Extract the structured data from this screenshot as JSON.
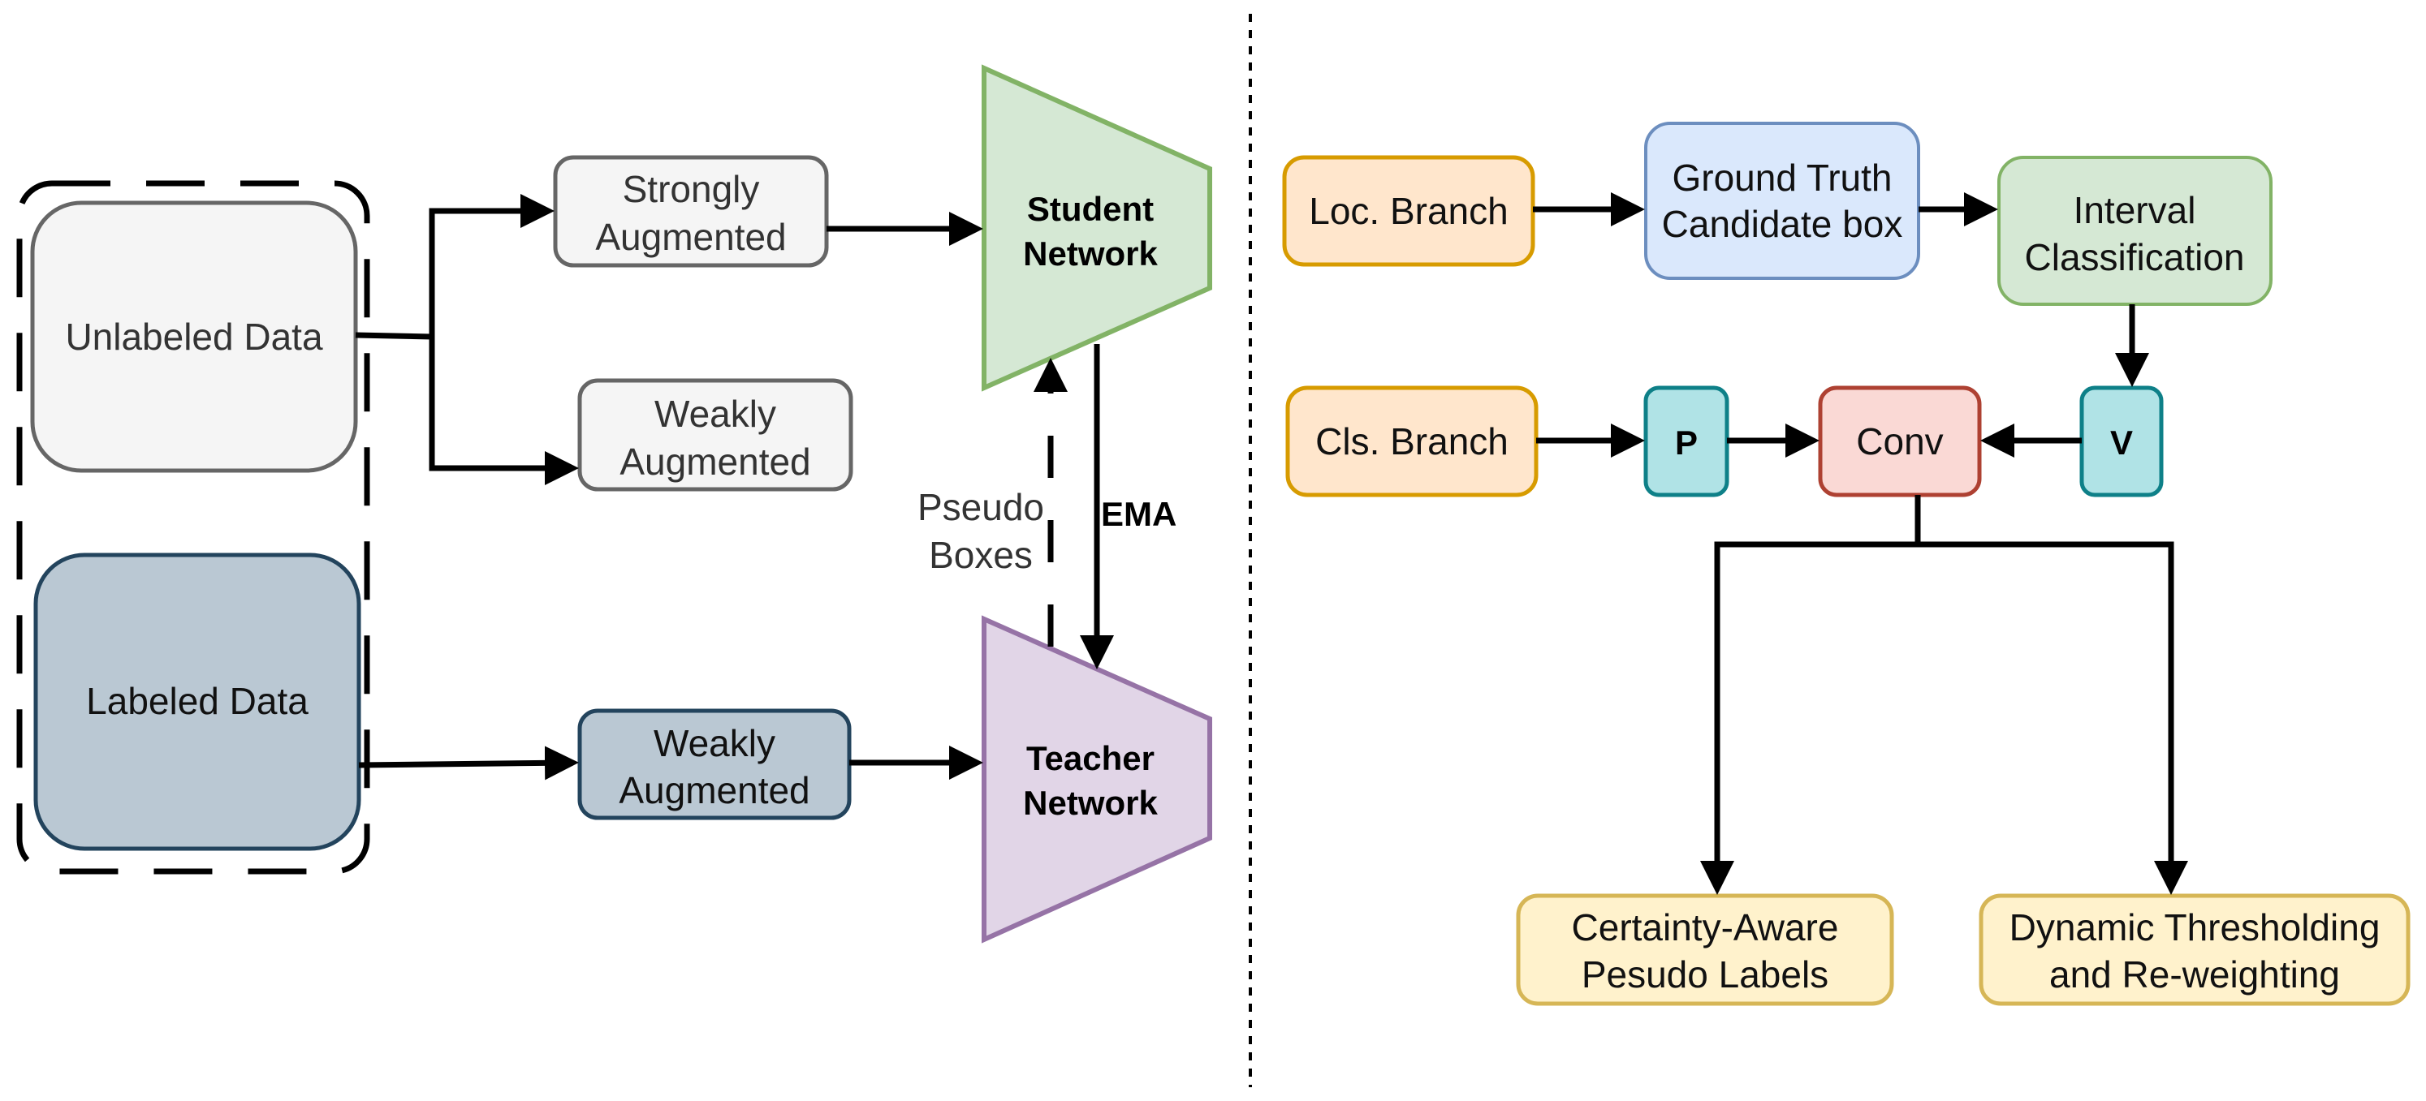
{
  "left_panel": {
    "unlabeled_data": {
      "label": "Unlabeled Data",
      "fill": "#f5f5f5",
      "stroke": "#666666"
    },
    "labeled_data": {
      "label": "Labeled Data",
      "fill": "#bac8d3",
      "stroke": "#23445d"
    },
    "strongly_augmented": {
      "line1": "Strongly",
      "line2": "Augmented"
    },
    "weakly_augmented_unlabeled": {
      "line1": "Weakly",
      "line2": "Augmented"
    },
    "weakly_augmented_labeled": {
      "line1": "Weakly",
      "line2": "Augmented"
    },
    "student_network": {
      "line1": "Student",
      "line2": "Network",
      "fill": "#d5e8d4",
      "stroke": "#82b366"
    },
    "teacher_network": {
      "line1": "Teacher",
      "line2": "Network",
      "fill": "#e1d5e7",
      "stroke": "#9673a6"
    },
    "pseudo_boxes": {
      "line1": "Pseudo",
      "line2": "Boxes"
    },
    "ema": "EMA"
  },
  "right_panel": {
    "loc_branch": {
      "label": "Loc. Branch",
      "fill": "#ffe6cc",
      "stroke": "#d79b00"
    },
    "ground_truth": {
      "line1": "Ground Truth",
      "line2": "Candidate box",
      "fill": "#dae8fc",
      "stroke": "#6c8ebf"
    },
    "interval_classification": {
      "line1": "Interval",
      "line2": "Classification",
      "fill": "#d5e8d4",
      "stroke": "#82b366"
    },
    "cls_branch": {
      "label": "Cls. Branch",
      "fill": "#ffe6cc",
      "stroke": "#d79b00"
    },
    "p_node": {
      "label": "P",
      "fill": "#b0e3e6",
      "stroke": "#0e8088"
    },
    "conv_node": {
      "label": "Conv",
      "fill": "#fad9d5",
      "stroke": "#ae4132"
    },
    "v_node": {
      "label": "V",
      "fill": "#b0e3e6",
      "stroke": "#0e8088"
    },
    "certainty_aware": {
      "line1": "Certainty-Aware",
      "line2": "Pesudo Labels",
      "fill": "#fff2cc",
      "stroke": "#d6b656"
    },
    "dynamic_thresholding": {
      "line1": "Dynamic Thresholding",
      "line2": "and Re-weighting",
      "fill": "#fff2cc",
      "stroke": "#d6b656"
    }
  }
}
